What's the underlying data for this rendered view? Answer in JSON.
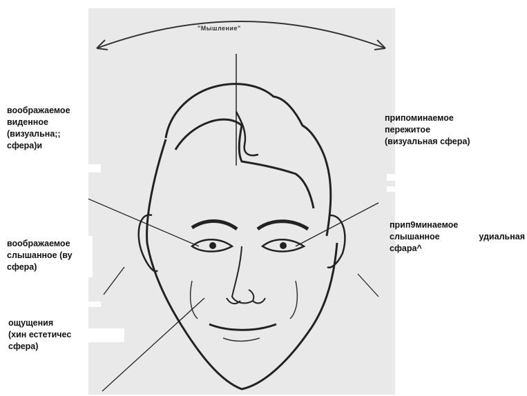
{
  "title": "\"Мышление\"",
  "labels": {
    "imagined_seen": "воображаемое\nвиденное\n(визуальна;;\nсфера)и",
    "remembered_experienced": "припоминаемое\nпережитое\n(визуальная сфера)",
    "imagined_heard": "воображаемое\nслышанное (ву\nсфера)",
    "remembered_heard_line1": "прип9минаемое",
    "remembered_heard_line2_a": "слышанное",
    "remembered_heard_line2_b": "удиальная",
    "remembered_heard_line3": "сфара^",
    "sensations": "ощущения\n(хин естетичес\nсфера)"
  },
  "colors": {
    "background": "#ffffff",
    "figure_background": "#e9e9e9",
    "ink": "#222222",
    "text": "#111111"
  }
}
